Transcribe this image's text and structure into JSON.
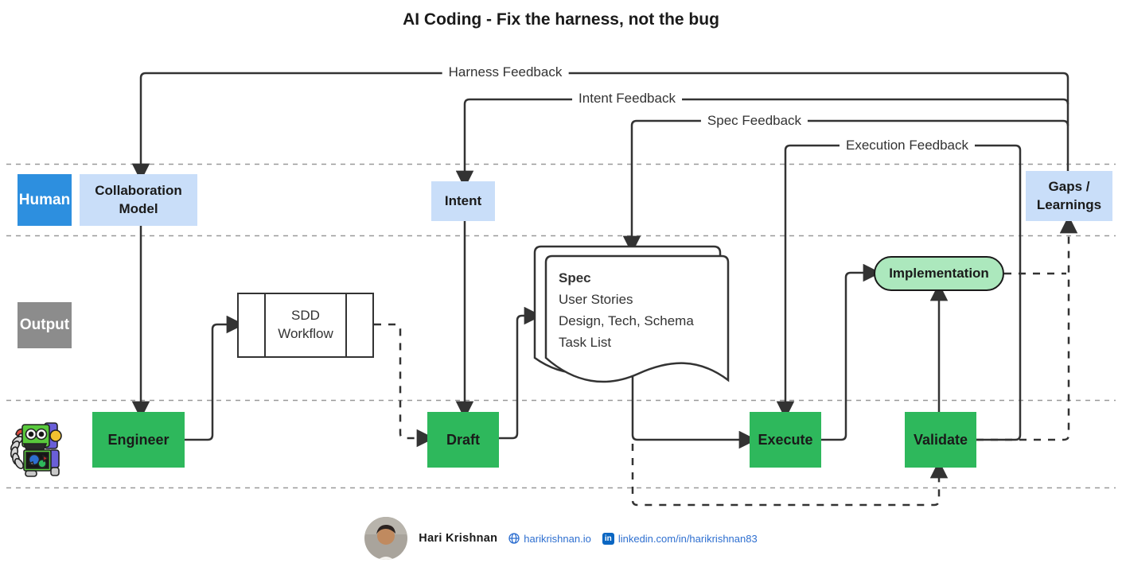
{
  "title": "AI Coding - Fix the harness, not the bug",
  "colors": {
    "green": "#2eb85c",
    "light_green": "#ace8bd",
    "blue": "#2d8fdf",
    "light_blue": "#c9def9",
    "gray": "#8c8c8c",
    "line": "#333333",
    "link": "#2e6fd0",
    "linkedin": "#0a66c2"
  },
  "lanes": {
    "human": {
      "label": "Human"
    },
    "output": {
      "label": "Output"
    },
    "agent": {
      "icon": "robot-icon"
    }
  },
  "feedback": {
    "harness": "Harness Feedback",
    "intent": "Intent Feedback",
    "spec": "Spec Feedback",
    "execution": "Execution Feedback"
  },
  "nodes": {
    "collaboration_model": {
      "label": "Collaboration\nModel"
    },
    "intent": {
      "label": "Intent"
    },
    "gaps_learnings": {
      "label": "Gaps /\nLearnings"
    },
    "sdd_workflow": {
      "label": "SDD\nWorkflow"
    },
    "spec": {
      "title": "Spec",
      "line1": "User Stories",
      "line2": "Design, Tech, Schema",
      "line3": "Task List"
    },
    "implementation": {
      "label": "Implementation"
    },
    "engineer": {
      "label": "Engineer"
    },
    "draft": {
      "label": "Draft"
    },
    "execute": {
      "label": "Execute"
    },
    "validate": {
      "label": "Validate"
    }
  },
  "footer": {
    "name": "Hari Krishnan",
    "website": "harikrishnan.io",
    "linkedin": "linkedin.com/in/harikrishnan83"
  }
}
